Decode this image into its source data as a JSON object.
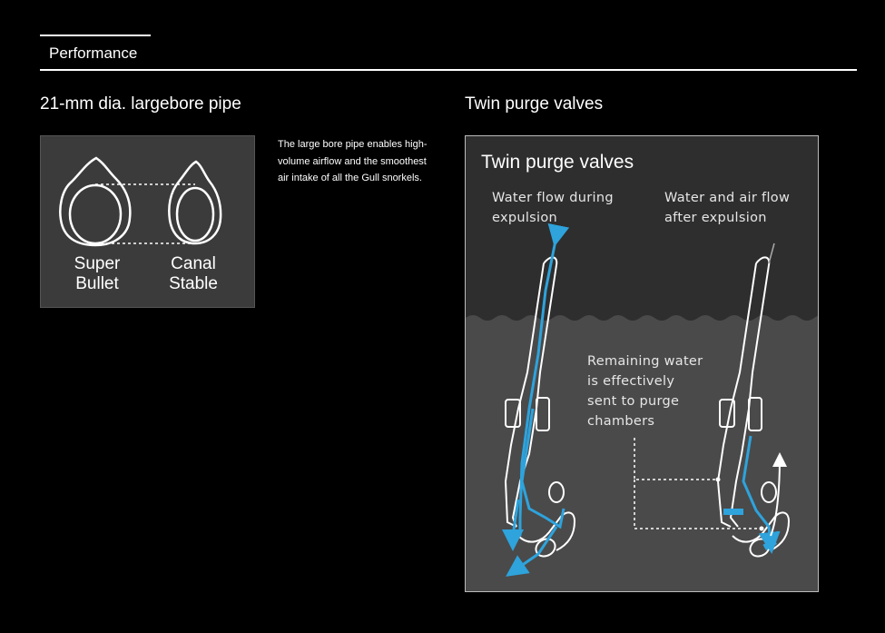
{
  "section": {
    "title": "Performance"
  },
  "left": {
    "heading": "21-mm dia. largebore pipe",
    "labels": [
      {
        "line1": "Super",
        "line2": "Bullet"
      },
      {
        "line1": "Canal",
        "line2": "Stable"
      }
    ],
    "description": "The large bore pipe enables high-volume airflow and the smoothest air intake of all the Gull snorkels."
  },
  "right": {
    "heading": "Twin purge valves",
    "figure_title": "Twin purge valves",
    "note_left": {
      "line1": "Water flow during",
      "line2": "expulsion"
    },
    "note_right": {
      "line1": "Water and air flow",
      "line2": "after expulsion"
    },
    "note_center": {
      "line1": "Remaining water",
      "line2": "is effectively",
      "line3": "sent to purge",
      "line4": "chambers"
    }
  },
  "colors": {
    "background": "#000000",
    "panel": "#3b3b3b",
    "water": "#4a4a4a",
    "flow_arrow": "#2ea3dc"
  }
}
